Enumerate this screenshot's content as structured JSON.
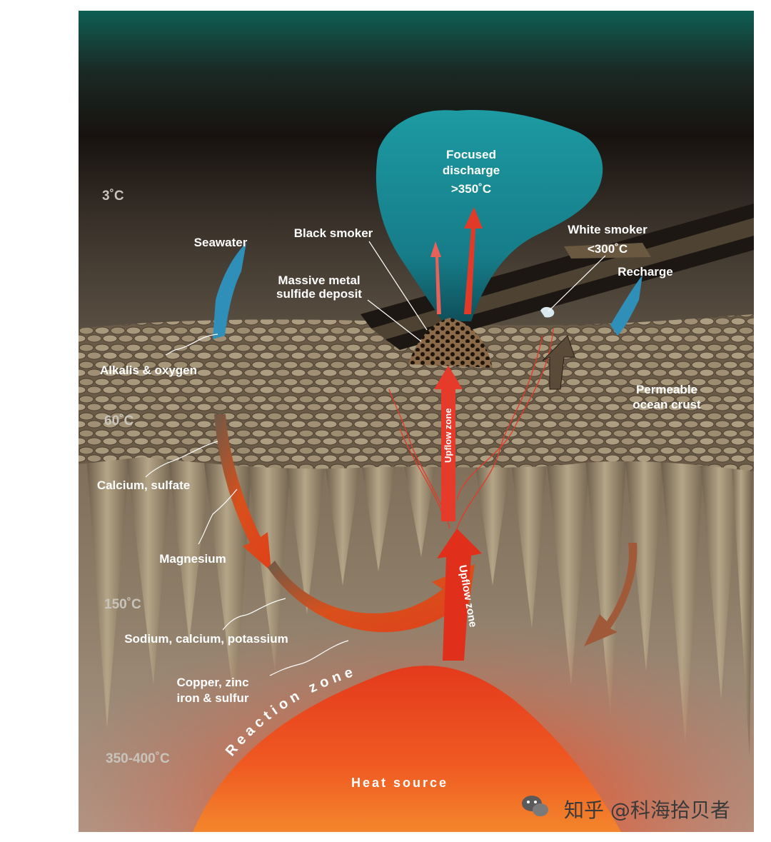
{
  "labels": {
    "focused_discharge_1": "Focused",
    "focused_discharge_2": "discharge",
    "focused_discharge_temp": ">350˚C",
    "black_smoker": "Black smoker",
    "white_smoker": "White smoker",
    "white_smoker_temp": "<300˚C",
    "recharge": "Recharge",
    "seawater": "Seawater",
    "massive_sulfide_1": "Massive metal",
    "massive_sulfide_2": "sulfide deposit",
    "alkalis_oxygen": "Alkalis & oxygen",
    "permeable_crust_1": "Permeable",
    "permeable_crust_2": "ocean crust",
    "calcium_sulfate": "Calcium, sulfate",
    "magnesium": "Magnesium",
    "sodium_calcium_potassium": "Sodium, calcium, potassium",
    "copper_zinc_1": "Copper, zinc",
    "copper_zinc_2": "iron & sulfur",
    "upflow_zone_upper": "Upflow zone",
    "upflow_zone_lower": "Upflow zone",
    "reaction_zone": "Reaction zone",
    "heat_source": "Heat source"
  },
  "temperatures": {
    "t1": "3˚C",
    "t2": "60˚C",
    "t3": "150˚C",
    "t4": "350-400˚C"
  },
  "watermark": {
    "text": "知乎 @科海拾贝者",
    "icon": "wechat-icon"
  },
  "colors": {
    "sea_top": "#0f5f55",
    "sea_dark": "#1a1410",
    "plume": "#1e8c92",
    "crust": "#8a7860",
    "heat": "#e8391e",
    "arrow_red": "#d8281a"
  }
}
